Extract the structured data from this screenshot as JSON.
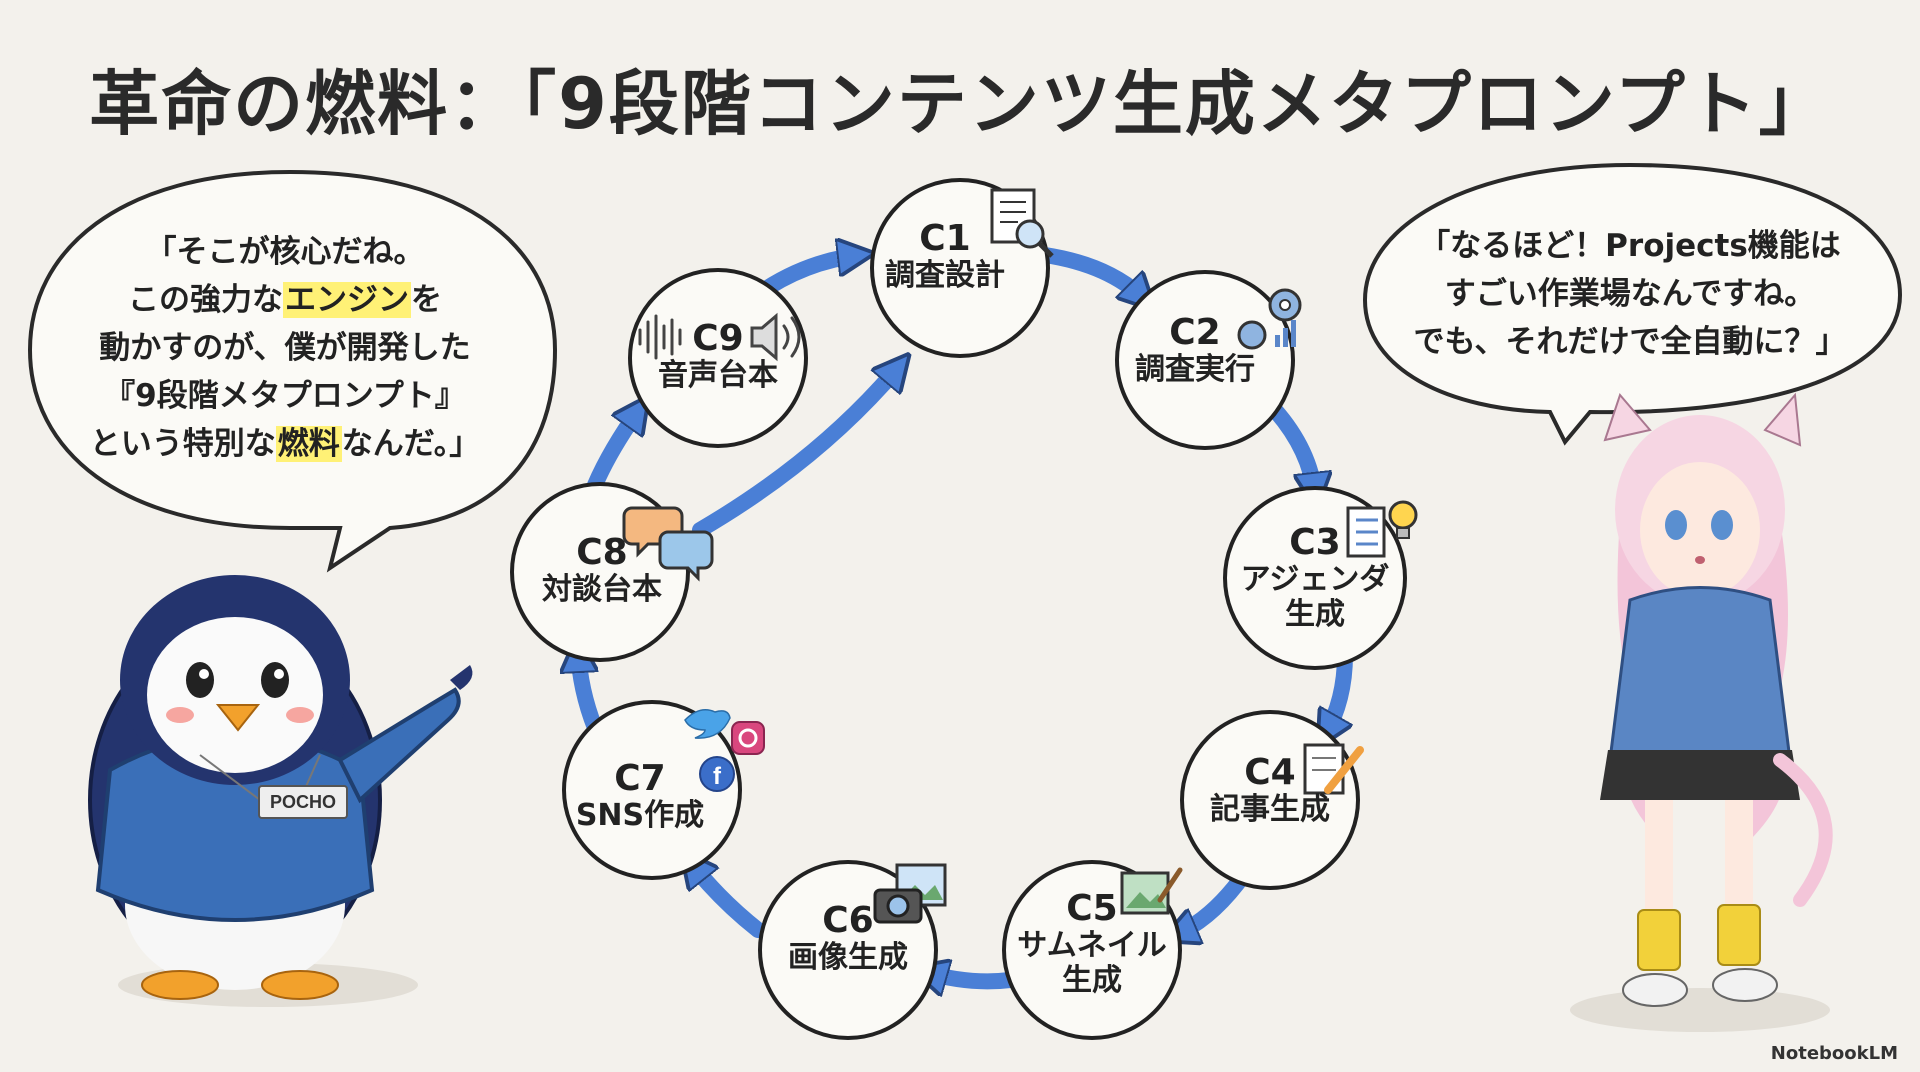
{
  "title": "革命の燃料：「9段階コンテンツ生成メタプロンプト」",
  "left_speech": {
    "line1": "「そこが核心だね。",
    "line2_a": "この強力な",
    "line2_hl": "エンジン",
    "line2_b": "を",
    "line3": "動かすのが、僕が開発した",
    "line4": "『9段階メタプロンプト』",
    "line5_a": "という特別な",
    "line5_hl": "燃料",
    "line5_b": "なんだ。」"
  },
  "right_speech": {
    "line1": "「なるほど！Projects機能は",
    "line2": "すごい作業場なんですね。",
    "line3": "でも、それだけで全自動に？」"
  },
  "penguin_badge": "POCHO",
  "steps": [
    {
      "id": "C1",
      "name": "調査設計",
      "icon": "document-search-icon"
    },
    {
      "id": "C2",
      "name": "調査実行",
      "icon": "gears-chart-icon"
    },
    {
      "id": "C3",
      "name": "アジェンダ生成",
      "name_line1": "アジェンダ",
      "name_line2": "生成",
      "icon": "checklist-bulb-icon"
    },
    {
      "id": "C4",
      "name": "記事生成",
      "icon": "pencil-paper-icon"
    },
    {
      "id": "C5",
      "name": "サムネイル生成",
      "name_line1": "サムネイル",
      "name_line2": "生成",
      "icon": "image-brush-icon"
    },
    {
      "id": "C6",
      "name": "画像生成",
      "icon": "camera-picture-icon"
    },
    {
      "id": "C7",
      "name": "SNS作成",
      "icon": "social-media-icon"
    },
    {
      "id": "C8",
      "name": "対談台本",
      "icon": "chat-bubbles-icon"
    },
    {
      "id": "C9",
      "name": "音声台本",
      "icon": "audio-wave-icon"
    }
  ],
  "colors": {
    "arrow": "#4a7fd6",
    "arrow_stroke": "#26457d",
    "highlight": "#fff176",
    "background": "#f3f1ec"
  },
  "watermark": "NotebookLM"
}
